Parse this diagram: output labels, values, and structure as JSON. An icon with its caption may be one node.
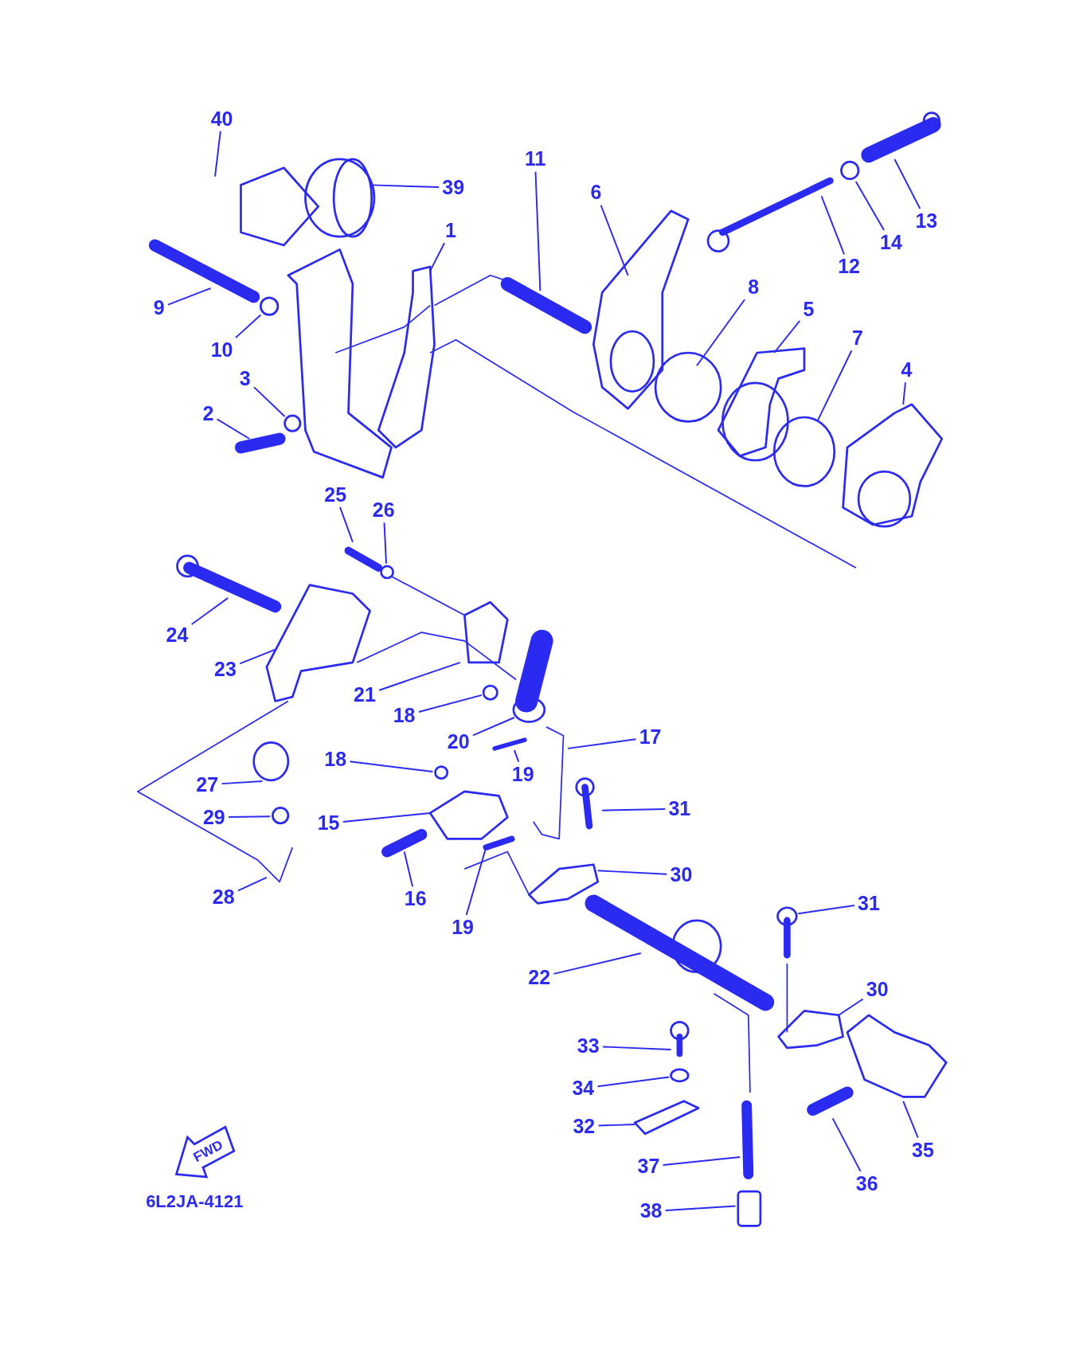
{
  "diagram": {
    "nodes": [
      {
        "text": [
          "40"
        ]
      },
      {
        "text": [
          "11"
        ]
      },
      {
        "text": [
          "39"
        ]
      },
      {
        "text": [
          "6"
        ]
      },
      {
        "text": [
          "13"
        ]
      },
      {
        "text": [
          "14"
        ]
      },
      {
        "text": [
          "1"
        ]
      },
      {
        "text": [
          "12"
        ]
      },
      {
        "text": [
          "8"
        ]
      },
      {
        "text": [
          "9"
        ]
      },
      {
        "text": [
          "5"
        ]
      },
      {
        "text": [
          "7"
        ]
      },
      {
        "text": [
          "10"
        ]
      },
      {
        "text": [
          "4"
        ]
      },
      {
        "text": [
          "3"
        ]
      },
      {
        "text": [
          "2"
        ]
      },
      {
        "text": [
          "25"
        ]
      },
      {
        "text": [
          "26"
        ]
      },
      {
        "text": [
          "24"
        ]
      },
      {
        "text": [
          "23"
        ]
      },
      {
        "text": [
          "21"
        ]
      },
      {
        "text": [
          "18"
        ]
      },
      {
        "text": [
          "17"
        ]
      },
      {
        "text": [
          "20"
        ]
      },
      {
        "text": [
          "18"
        ]
      },
      {
        "text": [
          "19"
        ]
      },
      {
        "text": [
          "27"
        ]
      },
      {
        "text": [
          "31"
        ]
      },
      {
        "text": [
          "29"
        ]
      },
      {
        "text": [
          "15"
        ]
      },
      {
        "text": [
          "30"
        ]
      },
      {
        "text": [
          "28"
        ]
      },
      {
        "text": [
          "16"
        ]
      },
      {
        "text": [
          "31"
        ]
      },
      {
        "text": [
          "19"
        ]
      },
      {
        "text": [
          "22"
        ]
      },
      {
        "text": [
          "30"
        ]
      },
      {
        "text": [
          "33"
        ]
      },
      {
        "text": [
          "34"
        ]
      },
      {
        "text": [
          "32"
        ]
      },
      {
        "text": [
          "35"
        ]
      },
      {
        "text": [
          "37"
        ]
      },
      {
        "text": [
          "36"
        ]
      },
      {
        "text": [
          "38"
        ]
      },
      {
        "text": [],
        "shape": "circle"
      },
      {
        "text": [],
        "shape": "circle"
      },
      {
        "text": [],
        "shape": "circle"
      },
      {
        "text": [],
        "shape": "circle"
      },
      {
        "text": [],
        "shape": "circle"
      },
      {
        "text": [],
        "shape": "circle"
      },
      {
        "text": [],
        "shape": "circle"
      },
      {
        "text": [],
        "shape": "circle"
      },
      {
        "text": [],
        "shape": "circle"
      },
      {
        "text": [],
        "shape": "circle"
      },
      {
        "text": [],
        "shape": "box"
      }
    ],
    "edges": [
      {
        "from": 0,
        "to": null,
        "arrow": "none"
      },
      {
        "from": 1,
        "to": null,
        "arrow": "none"
      },
      {
        "from": 2,
        "to": null,
        "arrow": "none"
      },
      {
        "from": 3,
        "to": null,
        "arrow": "none"
      },
      {
        "from": 4,
        "to": null,
        "arrow": "none"
      },
      {
        "from": 5,
        "to": 44,
        "arrow": "none"
      },
      {
        "from": 6,
        "to": null,
        "arrow": "none"
      },
      {
        "from": 7,
        "to": null,
        "arrow": "none"
      },
      {
        "from": 8,
        "to": null,
        "arrow": "none"
      },
      {
        "from": 9,
        "to": null,
        "arrow": "none"
      },
      {
        "from": 10,
        "to": null,
        "arrow": "none"
      },
      {
        "from": 11,
        "to": null,
        "arrow": "none"
      },
      {
        "from": 12,
        "to": 45,
        "arrow": "none"
      },
      {
        "from": 13,
        "to": null,
        "arrow": "none"
      },
      {
        "from": 14,
        "to": 46,
        "arrow": "none"
      },
      {
        "from": 15,
        "to": null,
        "arrow": "none"
      },
      {
        "from": 16,
        "to": null,
        "arrow": "none"
      },
      {
        "from": 17,
        "to": 47,
        "arrow": "none"
      },
      {
        "from": 18,
        "to": null,
        "arrow": "none"
      },
      {
        "from": 19,
        "to": null,
        "arrow": "none"
      },
      {
        "from": 20,
        "to": null,
        "arrow": "none"
      },
      {
        "from": 21,
        "to": 48,
        "arrow": "none"
      },
      {
        "from": 22,
        "to": null,
        "arrow": "none"
      },
      {
        "from": 23,
        "to": 49,
        "arrow": "none"
      },
      {
        "from": 24,
        "to": 50,
        "arrow": "none"
      },
      {
        "from": 25,
        "to": null,
        "arrow": "none"
      },
      {
        "from": 26,
        "to": null,
        "arrow": "none"
      },
      {
        "from": 27,
        "to": null,
        "arrow": "none"
      },
      {
        "from": 28,
        "to": 51,
        "arrow": "none"
      },
      {
        "from": 29,
        "to": null,
        "arrow": "none"
      },
      {
        "from": 30,
        "to": null,
        "arrow": "none"
      },
      {
        "from": 31,
        "to": null,
        "arrow": "none"
      },
      {
        "from": 32,
        "to": null,
        "arrow": "none"
      },
      {
        "from": 33,
        "to": 52,
        "arrow": "none"
      },
      {
        "from": 34,
        "to": null,
        "arrow": "none"
      },
      {
        "from": 35,
        "to": null,
        "arrow": "none"
      },
      {
        "from": 36,
        "to": null,
        "arrow": "none"
      },
      {
        "from": 37,
        "to": null,
        "arrow": "none"
      },
      {
        "from": 38,
        "to": 53,
        "arrow": "none"
      },
      {
        "from": 39,
        "to": null,
        "arrow": "none"
      },
      {
        "from": 40,
        "to": null,
        "arrow": "none"
      },
      {
        "from": 41,
        "to": null,
        "arrow": "none"
      },
      {
        "from": 42,
        "to": null,
        "arrow": "none"
      },
      {
        "from": 43,
        "to": 54,
        "arrow": "none"
      }
    ],
    "labels": [
      "FWD",
      "6L2JA-4121"
    ]
  }
}
